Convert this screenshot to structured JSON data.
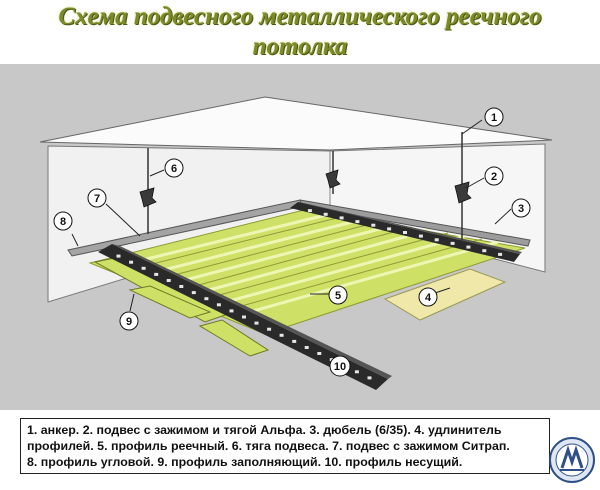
{
  "title": {
    "line1": "Схема подвесного металлического реечного",
    "line2": "потолка"
  },
  "callouts": [
    "1",
    "2",
    "3",
    "4",
    "5",
    "6",
    "7",
    "8",
    "9",
    "10"
  ],
  "legend": {
    "line1": "1. анкер.  2. подвес с зажимом и тягой Альфа.  3. дюбель (6/35).  4. удлинитель",
    "line2": "профилей.  5. профиль реечный.  6. тяга подвеса.  7. подвес с зажимом Ситрап.",
    "line3": "8. профиль угловой.  9. профиль заполняющий.  10. профиль несущий."
  },
  "colors": {
    "title": "#7c8a2a",
    "background_panel": "#c8c8c8",
    "rail": "#d6e86a",
    "rail_edge": "#a8b24a",
    "carrier": "#2a2a2a",
    "wall": "#f4f4f4"
  }
}
